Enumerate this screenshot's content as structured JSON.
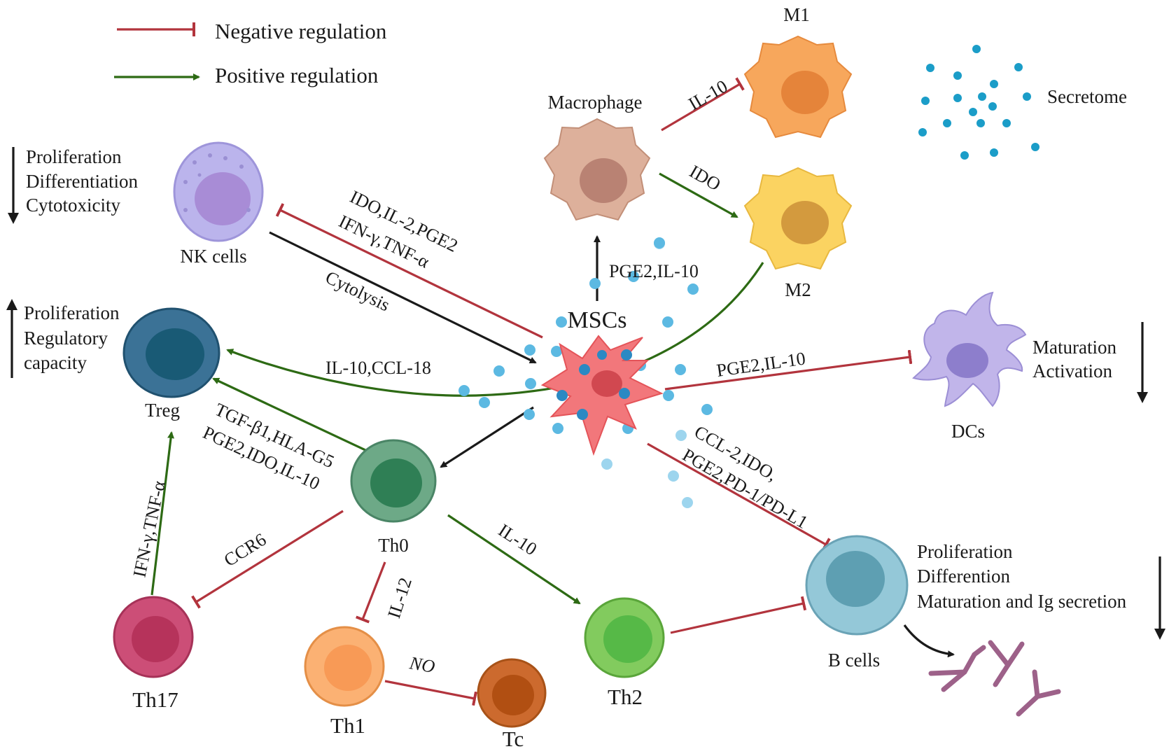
{
  "legend": {
    "negative": "Negative regulation",
    "positive": "Positive regulation"
  },
  "colors": {
    "negative": "#b2343d",
    "positive": "#2d6a14",
    "neutral": "#1a1a1a",
    "secretome": "#1b9dc8"
  },
  "cells": {
    "msc": "MSCs",
    "macrophage": "Macrophage",
    "m1": "M1",
    "m2": "M2",
    "nk": "NK cells",
    "treg": "Treg",
    "th0": "Th0",
    "th17": "Th17",
    "th1": "Th1",
    "tc": "Tc",
    "th2": "Th2",
    "b_cells": "B cells",
    "dcs": "DCs"
  },
  "secretome": "Secretome",
  "effects": {
    "nk": [
      "Proliferation",
      "Differentiation",
      "Cytotoxicity"
    ],
    "treg": [
      "Proliferation",
      "Regulatory",
      "capacity"
    ],
    "dc": [
      "Maturation",
      "Activation"
    ],
    "b": [
      "Proliferation",
      "Differention",
      "Maturation and Ig secretion"
    ]
  },
  "edges": {
    "mac_m1": "IL-10",
    "mac_m2": "IDO",
    "msc_mac": "PGE2,IL-10",
    "msc_nk_1": "IDO,IL-2,PGE2",
    "msc_nk_2": "IFN-γ,TNF-α",
    "nk_msc": "Cytolysis",
    "m2_treg": "IL-10,CCL-18",
    "th0_treg_1": "TGF-β1,HLA-G5",
    "th0_treg_2": "PGE2,IDO,IL-10",
    "msc_dc": "PGE2,IL-10",
    "msc_b_1": "CCL-2,IDO,",
    "msc_b_2": "PGE2,PD-1/PD-L1",
    "th17_treg": "IFN-γ,TNF-α",
    "th0_th17": "CCR6",
    "th0_th1": "IL-12",
    "th0_th2": "IL-10",
    "th1_tc": "NO"
  }
}
